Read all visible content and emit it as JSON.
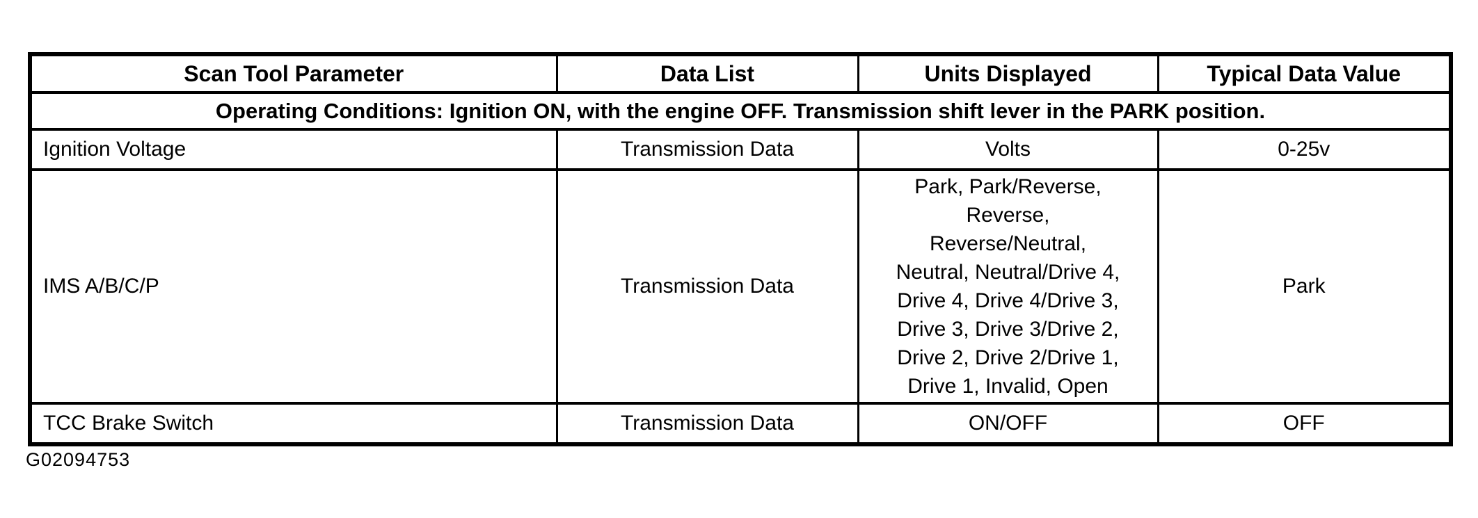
{
  "page": {
    "background_color": "#ffffff",
    "text_color": "#000000",
    "figure_id": "G02094753"
  },
  "table": {
    "border_color": "#000000",
    "headers": [
      "Scan Tool Parameter",
      "Data List",
      "Units Displayed",
      "Typical Data Value"
    ],
    "operating_conditions": "Operating Conditions: Ignition ON, with the engine OFF. Transmission shift lever in the PARK position.",
    "rows": [
      {
        "parameter": "Ignition Voltage",
        "data_list": "Transmission Data",
        "units_displayed": "Volts",
        "typical_data_value": "0-25v"
      },
      {
        "parameter": "IMS A/B/C/P",
        "data_list": "Transmission Data",
        "units_displayed": "Park, Park/Reverse,\nReverse,\nReverse/Neutral,\nNeutral, Neutral/Drive 4,\nDrive 4, Drive 4/Drive 3,\nDrive 3, Drive 3/Drive 2,\nDrive 2, Drive 2/Drive 1,\nDrive 1, Invalid, Open",
        "typical_data_value": "Park"
      },
      {
        "parameter": "TCC Brake Switch",
        "data_list": "Transmission Data",
        "units_displayed": "ON/OFF",
        "typical_data_value": "OFF"
      }
    ]
  }
}
